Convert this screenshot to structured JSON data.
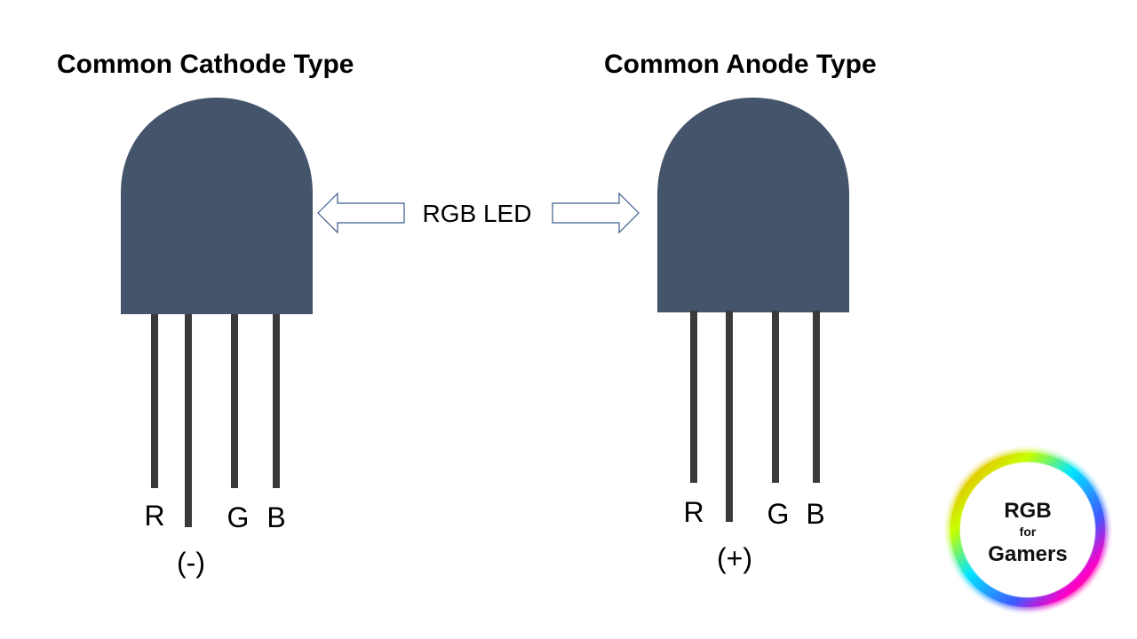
{
  "left": {
    "title": "Common Cathode Type",
    "pins": {
      "r": "R",
      "g": "G",
      "b": "B",
      "common": "(-)"
    }
  },
  "right": {
    "title": "Common Anode Type",
    "pins": {
      "r": "R",
      "g": "G",
      "b": "B",
      "common": "(+)"
    }
  },
  "center_label": "RGB LED",
  "logo": {
    "line1": "RGB",
    "line2": "for",
    "line3": "Gamers"
  },
  "colors": {
    "led_body": "#44546a",
    "lead": "#3a3a3a",
    "arrow_stroke": "#3b5c8c"
  }
}
